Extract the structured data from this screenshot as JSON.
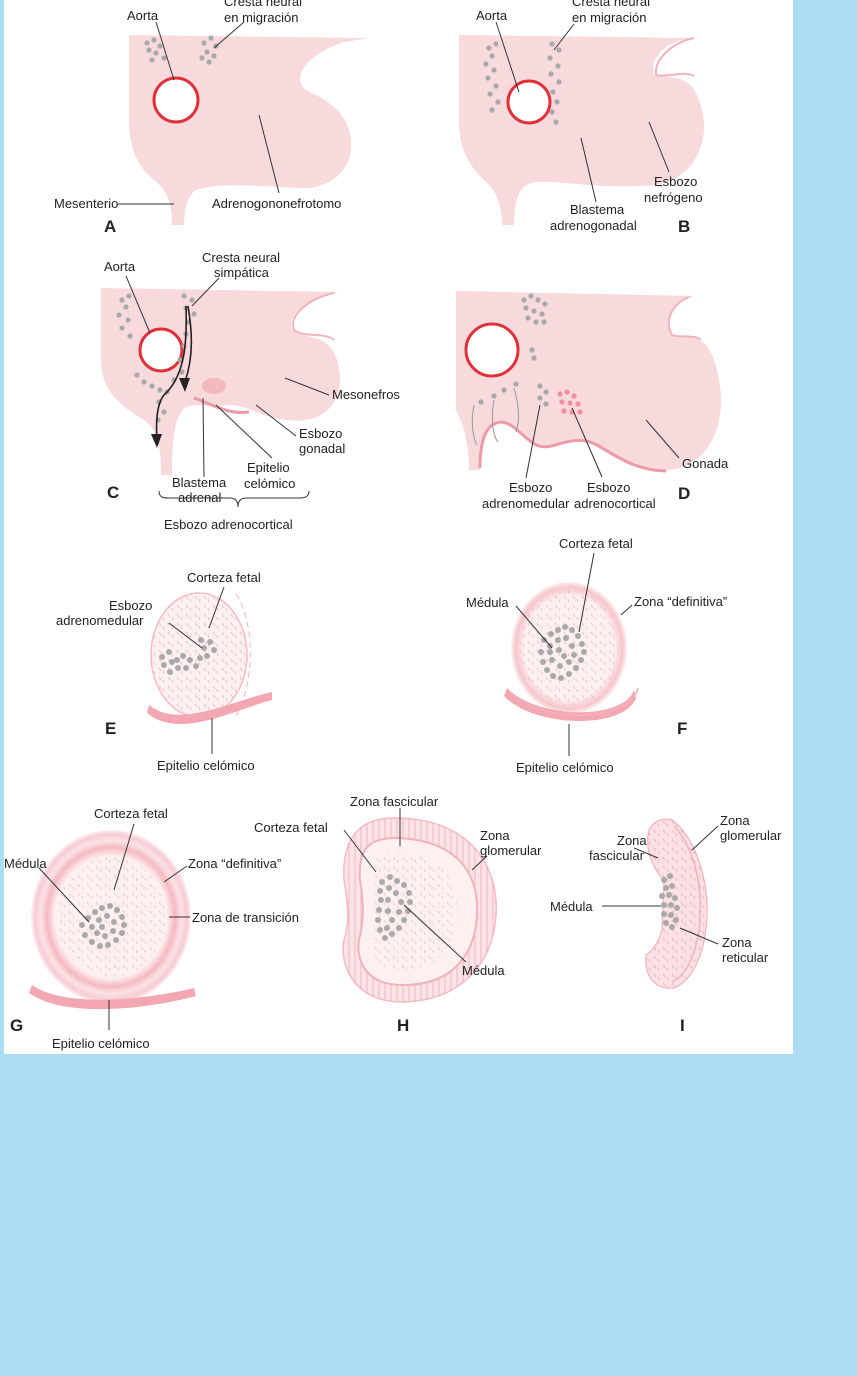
{
  "colors": {
    "background": "#aadcf4",
    "figure": "#ffffff",
    "tissue": "#f8d9dc",
    "aorta": "#e0303a",
    "cells": "#a9a9a9",
    "epithelium": "#ec9aa6"
  },
  "panels": {
    "A": {
      "letter": "A",
      "aorta": "Aorta",
      "crest_1": "Cresta neural",
      "crest_2": "en migración",
      "mesentery": "Mesenterio",
      "ridge": "Adrenogononefrotomo"
    },
    "B": {
      "letter": "B",
      "aorta": "Aorta",
      "crest_1": "Cresta neural",
      "crest_2": "en migración",
      "nephro_1": "Esbozo",
      "nephro_2": "nefrógeno",
      "blastema_1": "Blastema",
      "blastema_2": "adrenogonadal"
    },
    "C": {
      "letter": "C",
      "aorta": "Aorta",
      "crest_1": "Cresta neural",
      "crest_2": "simpática",
      "mesonephros": "Mesonefros",
      "gonad_1": "Esbozo",
      "gonad_2": "gonadal",
      "blastema_1": "Blastema",
      "blastema_2": "adrenal",
      "epith_1": "Epitelio",
      "epith_2": "celómico",
      "cortical_anlage": "Esbozo adrenocortical"
    },
    "D": {
      "letter": "D",
      "gonad": "Gonada",
      "medullary_1": "Esbozo",
      "medullary_2": "adrenomedular",
      "cortical_1": "Esbozo",
      "cortical_2": "adrenocortical"
    },
    "E": {
      "letter": "E",
      "fetal_cortex": "Corteza fetal",
      "medullary_1": "Esbozo",
      "medullary_2": "adrenomedular",
      "epithelium": "Epitelio celómico"
    },
    "F": {
      "letter": "F",
      "fetal_cortex": "Corteza fetal",
      "medulla": "Médula",
      "definitive": "Zona “definitiva”",
      "epithelium": "Epitelio celómico"
    },
    "G": {
      "letter": "G",
      "fetal_cortex": "Corteza fetal",
      "medulla": "Médula",
      "definitive": "Zona “definitiva”",
      "transition": "Zona de transición",
      "epithelium": "Epitelio celómico"
    },
    "H": {
      "letter": "H",
      "fasciculata": "Zona fascicular",
      "fetal_cortex": "Corteza fetal",
      "glom_1": "Zona",
      "glom_2": "glomerular",
      "medulla": "Médula"
    },
    "I": {
      "letter": "I",
      "fasc_1": "Zona",
      "fasc_2": "fascicular",
      "glom_1": "Zona",
      "glom_2": "glomerular",
      "medulla": "Médula",
      "retic_1": "Zona",
      "retic_2": "reticular"
    }
  }
}
